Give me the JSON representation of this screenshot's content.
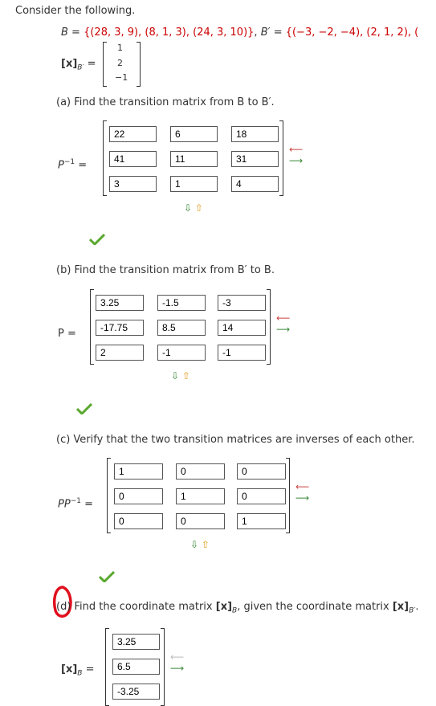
{
  "header": "Consider the following.",
  "basis": {
    "B_label": "B = ",
    "B_value": "{(28, 3, 9), (8, 1, 3), (24, 3, 10)}",
    "sep": ", ",
    "Bp_label": "B′ = ",
    "Bp_value": "{(−3, −2, −4), (2, 1, 2), ("
  },
  "xBp": {
    "label": "[x]",
    "sub": "B′",
    "eq": " =",
    "values": [
      "1",
      "2",
      "−1"
    ]
  },
  "part_a": {
    "question": "(a) Find the transition matrix from B to B′.",
    "label": "P",
    "sup": "−1",
    "eq": " =",
    "matrix": [
      [
        "22",
        "6",
        "18"
      ],
      [
        "41",
        "11",
        "31"
      ],
      [
        "3",
        "1",
        "4"
      ]
    ]
  },
  "part_b": {
    "question": "(b) Find the transition matrix from B′ to B.",
    "label": "P =",
    "matrix": [
      [
        "3.25",
        "-1.5",
        "-3"
      ],
      [
        "-17.75",
        "8.5",
        "14"
      ],
      [
        "2",
        "-1",
        "-1"
      ]
    ]
  },
  "part_c": {
    "question": "(c) Verify that the two transition matrices are inverses of each other.",
    "label": "PP",
    "sup": "−1",
    "eq": " =",
    "matrix": [
      [
        "1",
        "0",
        "0"
      ],
      [
        "0",
        "1",
        "0"
      ],
      [
        "0",
        "0",
        "1"
      ]
    ]
  },
  "part_d": {
    "question_prefix": "(d) Find the coordinate matrix ",
    "xB": "[x]",
    "subB": "B",
    "question_mid": ", given the coordinate matrix ",
    "subBp": "B′",
    "question_end": ".",
    "label": "[x]",
    "sub": "B",
    "eq": " =",
    "values": [
      "3.25",
      "6.5",
      "-3.25"
    ]
  },
  "colors": {
    "red_text": "#cc0000",
    "check": "#5aa82f",
    "annotation": "#e0101e"
  }
}
